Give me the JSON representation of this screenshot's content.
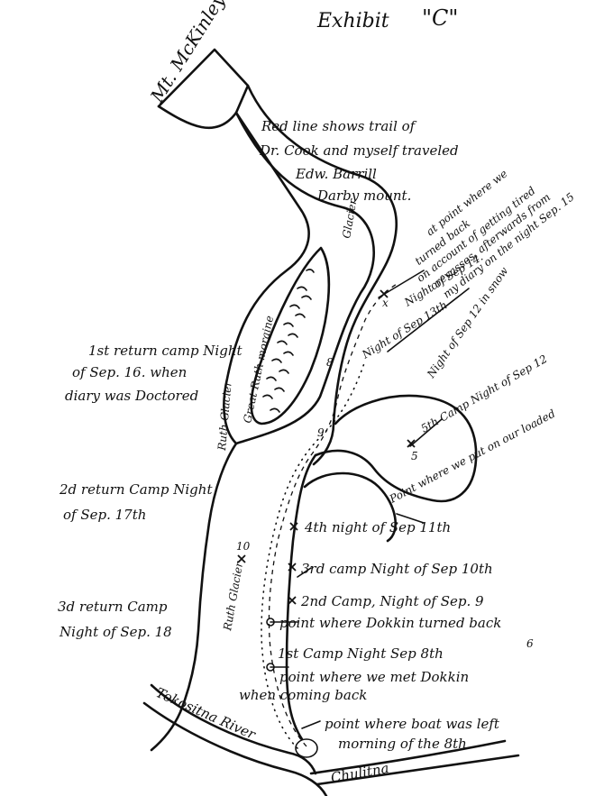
{
  "header": {
    "exhibit": "Exhibit",
    "exhibit_letter": "\"C\""
  },
  "places": {
    "mountain": "Mt. McKinley",
    "darby_mount": "Darby mount.",
    "ruth_glacier_left": "Ruth Glacier",
    "ruth_glacier_upper": "Glacier",
    "ruth_glacier_lower": "Ruth Glacier",
    "tokositna_river": "Tokositna River",
    "chulitna": "Chulitna",
    "moraine": "Great Ruth moraine"
  },
  "legend": {
    "line1": "Red line shows trail of",
    "line2": "Dr. Cook and myself traveled",
    "line3": "Edw. Barrill"
  },
  "annotations": {
    "upper_right_1": "at point where we",
    "upper_right_2": "turned back",
    "upper_right_3": "on account of getting tired",
    "upper_right_4": "crevasses, afterwards from",
    "upper_right_5": "my diary on the night Sep. 15",
    "sep14": "Night of Sep 14.",
    "sep13": "Night of Sep 13th",
    "sep12": "Night of Sep 12 in snow",
    "camp5": "5th Camp Night of Sep 12",
    "point_rested": "Point where we put on our loaded",
    "camp4": "4th night of Sep 11th",
    "camp3": "3rd camp Night of Sep 10th",
    "camp2": "2nd Camp, Night of Sep. 9",
    "turned_back": "point where Dokkin turned back",
    "camp1": "1st Camp Night Sep 8th",
    "met": "point where we met Dokkin",
    "when_coming": "when coming back",
    "boat": "point where boat was left",
    "boat2": "morning of the 8th",
    "return1a": "1st return camp Night",
    "return1b": "of Sep. 16. when",
    "return1c": "diary was Doctored",
    "return2a": "2d return Camp Night",
    "return2b": "of Sep. 17th",
    "return3a": "3d return Camp",
    "return3b": "Night of Sep. 18",
    "marker_10": "10",
    "marker_9": "9",
    "marker_8": "8",
    "marker_x": "x",
    "marker_6": "6",
    "marker_5": "5"
  }
}
